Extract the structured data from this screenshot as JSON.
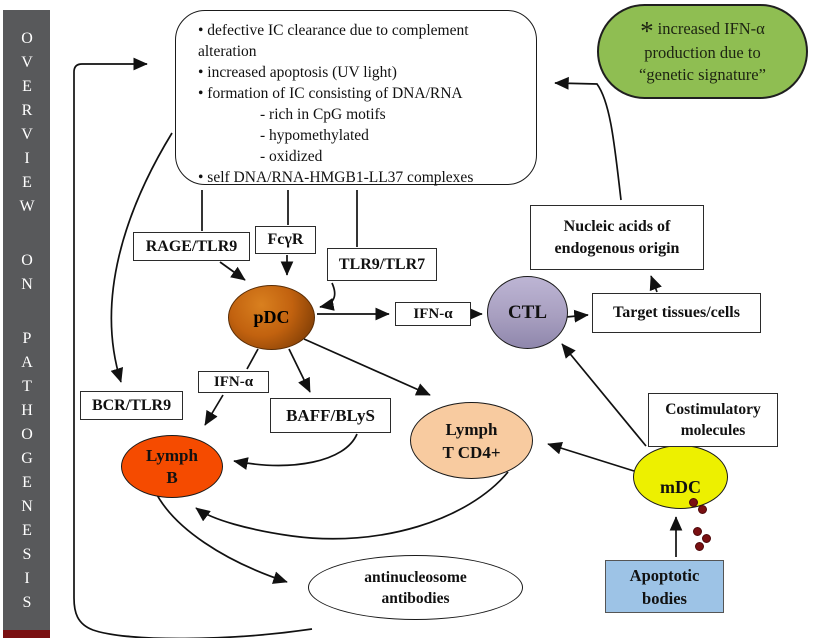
{
  "figure": {
    "sidebar": {
      "words": [
        "OVERVIEW",
        "ON",
        "PATHOGENESIS"
      ],
      "bg": "#58595B",
      "fg": "#FFFFFF",
      "bottom_strip": "#7A1012"
    },
    "pathogenic_events": {
      "lines": [
        "• defective IC clearance due to complement alteration",
        "• increased apoptosis (UV light)",
        "• formation of IC consisting of DNA/RNA",
        "- rich in CpG motifs",
        "- hypomethylated",
        "- oxidized",
        "• self DNA/RNA-HMGB1-LL37 complexes"
      ]
    },
    "genetic_note": {
      "asterisk": "*",
      "line1": "increased IFN-α",
      "line2": "production due to",
      "line3": "“genetic signature”",
      "fill": "#8FBE52"
    },
    "receptor_boxes": {
      "rage_tlr9": "RAGE/TLR9",
      "fc_gamma_r": "FcγR",
      "tlr9_tlr7": "TLR9/TLR7",
      "bcr_tlr9": "BCR/TLR9",
      "baff_blys": "BAFF/BLyS"
    },
    "cytokine_boxes": {
      "ifn_alpha_top": "IFN-α",
      "ifn_alpha_mid": "IFN-α"
    },
    "cells": {
      "pdc": {
        "label": "pDC",
        "fill_top": "#D9801F",
        "fill_bottom": "#6F3305"
      },
      "ctl": {
        "label": "CTL",
        "fill_top": "#BDB5D4",
        "fill_bottom": "#8F87AC"
      },
      "lymph_b": {
        "line1": "Lymph",
        "line2": "B",
        "fill": "#F54B00"
      },
      "lymph_t": {
        "line1": "Lymph",
        "line2": "T CD4+",
        "fill": "#F8CBA0"
      },
      "mdc": {
        "label": "mDC",
        "fill": "#EDF000"
      }
    },
    "info_boxes": {
      "nucleic_acids": {
        "line1": "Nucleic acids of",
        "line2": "endogenous origin"
      },
      "target_tissues": {
        "label": "Target tissues/cells"
      },
      "costimulatory": {
        "line1": "Costimulatory",
        "line2": "molecules"
      },
      "apoptotic_bodies": {
        "line1": "Apoptotic",
        "line2": "bodies",
        "fill": "#9DC3E6"
      }
    },
    "antinucleosome": {
      "line1": "antinucleosome",
      "line2": "antibodies"
    },
    "apoptotic_particles_color": "#7A1012"
  }
}
